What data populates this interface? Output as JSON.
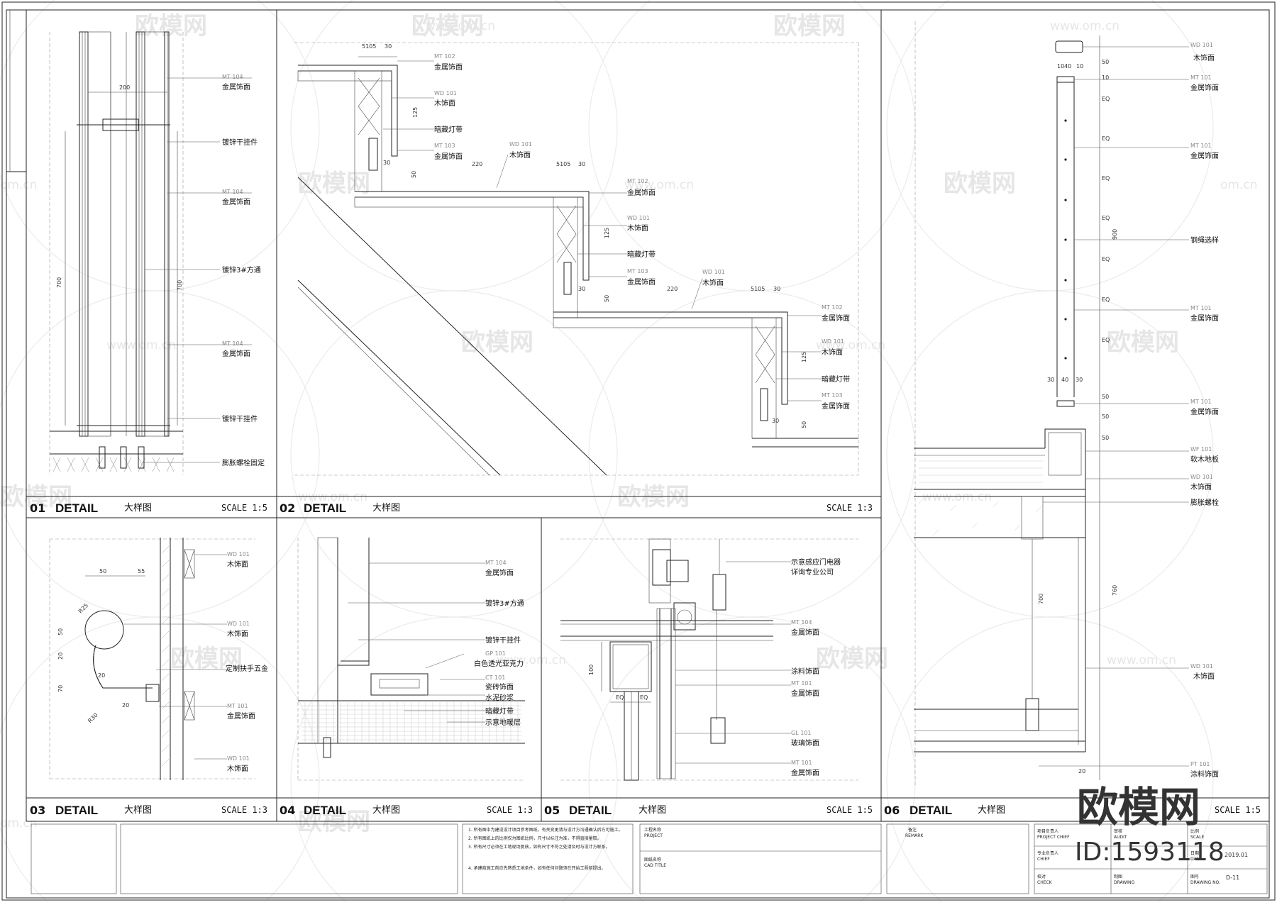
{
  "watermark": {
    "text": "欧模网",
    "url": "www.om.cn",
    "url_short": "om.cn"
  },
  "brand": {
    "logo": "欧模网",
    "id": "ID:1593118"
  },
  "panels": [
    {
      "num": "01",
      "title": "DETAIL",
      "subtitle": "大样图",
      "scale": "SCALE 1:5",
      "labels": [
        {
          "code": "MT 104",
          "text": "金属饰面"
        },
        {
          "code": "",
          "text": "镀锌干挂件"
        },
        {
          "code": "MT 104",
          "text": "金属饰面"
        },
        {
          "code": "",
          "text": "镀锌3#方通"
        },
        {
          "code": "MT 104",
          "text": "金属饰面"
        },
        {
          "code": "",
          "text": "镀锌干挂件"
        },
        {
          "code": "",
          "text": "膨胀螺栓固定"
        }
      ],
      "dims": [
        "200",
        "700",
        "700"
      ]
    },
    {
      "num": "02",
      "title": "DETAIL",
      "subtitle": "大样图",
      "scale": "SCALE 1:3",
      "labels": [
        {
          "code": "MT 102",
          "text": "金属饰面"
        },
        {
          "code": "WD 101",
          "text": "木饰面"
        },
        {
          "code": "",
          "text": "暗藏灯带"
        },
        {
          "code": "MT 103",
          "text": "金属饰面"
        },
        {
          "code": "WD 101",
          "text": "木饰面"
        },
        {
          "code": "MT 102",
          "text": "金属饰面"
        },
        {
          "code": "WD 101",
          "text": "木饰面"
        },
        {
          "code": "",
          "text": "暗藏灯带"
        },
        {
          "code": "MT 103",
          "text": "金属饰面"
        },
        {
          "code": "WD 101",
          "text": "木饰面"
        },
        {
          "code": "MT 102",
          "text": "金属饰面"
        },
        {
          "code": "WD 101",
          "text": "木饰面"
        },
        {
          "code": "",
          "text": "暗藏灯带"
        },
        {
          "code": "MT 103",
          "text": "金属饰面"
        }
      ],
      "dims": [
        "5105",
        "30",
        "125",
        "30",
        "50",
        "220",
        "5105",
        "30",
        "125",
        "30",
        "50",
        "220",
        "5105",
        "30",
        "125",
        "30",
        "50"
      ]
    },
    {
      "num": "03",
      "title": "DETAIL",
      "subtitle": "大样图",
      "scale": "SCALE 1:3",
      "labels": [
        {
          "code": "WD 101",
          "text": "木饰面"
        },
        {
          "code": "WD 101",
          "text": "木饰面"
        },
        {
          "code": "",
          "text": "定制扶手五金"
        },
        {
          "code": "MT 101",
          "text": "金属饰面"
        },
        {
          "code": "WD 101",
          "text": "木饰面"
        }
      ],
      "dims": [
        "50",
        "55",
        "R25",
        "50",
        "20",
        "20",
        "70",
        "20",
        "R30"
      ]
    },
    {
      "num": "04",
      "title": "DETAIL",
      "subtitle": "大样图",
      "scale": "SCALE 1:3",
      "labels": [
        {
          "code": "MT 104",
          "text": "金属饰面"
        },
        {
          "code": "",
          "text": "镀锌3#方通"
        },
        {
          "code": "",
          "text": "镀锌干挂件"
        },
        {
          "code": "GP 101",
          "text": "白色透光亚克力"
        },
        {
          "code": "CT 101",
          "text": "瓷砖饰面"
        },
        {
          "code": "",
          "text": "水泥砂浆"
        },
        {
          "code": "",
          "text": "暗藏灯带"
        },
        {
          "code": "",
          "text": "示意地暖层"
        }
      ],
      "dims": []
    },
    {
      "num": "05",
      "title": "DETAIL",
      "subtitle": "大样图",
      "scale": "SCALE 1:5",
      "labels": [
        {
          "code": "",
          "text": "示意感应门电器"
        },
        {
          "code": "",
          "text": "详询专业公司"
        },
        {
          "code": "MT 104",
          "text": "金属饰面"
        },
        {
          "code": "",
          "text": "涂料饰面"
        },
        {
          "code": "MT 101",
          "text": "金属饰面"
        },
        {
          "code": "GL 101",
          "text": "玻璃饰面"
        },
        {
          "code": "MT 101",
          "text": "金属饰面"
        }
      ],
      "dims": [
        "100",
        "EQ",
        "EQ"
      ]
    },
    {
      "num": "06",
      "title": "DETAIL",
      "subtitle": "大样图",
      "scale": "SCALE 1:5",
      "labels": [
        {
          "code": "WD 101",
          "text": "木饰面"
        },
        {
          "code": "MT 101",
          "text": "金属饰面"
        },
        {
          "code": "MT 101",
          "text": "金属饰面"
        },
        {
          "code": "",
          "text": "钢绳选样"
        },
        {
          "code": "MT 101",
          "text": "金属饰面"
        },
        {
          "code": "MT 101",
          "text": "金属饰面"
        },
        {
          "code": "WF 101",
          "text": "软木地板"
        },
        {
          "code": "WD 101",
          "text": "木饰面"
        },
        {
          "code": "",
          "text": "膨胀螺栓"
        },
        {
          "code": "WD 101",
          "text": "木饰面"
        },
        {
          "code": "PT 101",
          "text": "涂料饰面"
        }
      ],
      "dims": [
        "10",
        "40",
        "10",
        "50",
        "10",
        "EQ",
        "EQ",
        "EQ",
        "EQ",
        "900",
        "EQ",
        "EQ",
        "EQ",
        "30",
        "40",
        "30",
        "50",
        "50",
        "50",
        "700",
        "760",
        "20"
      ]
    }
  ],
  "title_block": {
    "notes": [
      "1. 所有图中为建设设计项目参考图纸，有关变更请与设计方沟通确认后方可施工。",
      "2. 所有图纸上的比例仅为图纸比例，尺寸以标注为准，不得直接量取。",
      "3. 所有尺寸必须在工地现场复核，如有尺寸不符之处请及时与设计方联系。",
      "4. 承建商施工前应先熟悉工地条件，如有任何问题须在开始工程前提出。"
    ],
    "project_label": "工程名称",
    "project_label_en": "PROJECT",
    "cad_label": "图纸名称",
    "cad_label_en": "CAD TITLE",
    "remark_label": "备注",
    "remark_label_en": "REMARK",
    "fields": [
      {
        "cn": "项目负责人",
        "en": "PROJECT CHIEF"
      },
      {
        "cn": "审核",
        "en": "AUDIT"
      },
      {
        "cn": "比例",
        "en": "SCALE"
      },
      {
        "cn": "专业负责人",
        "en": "CHIEF"
      },
      {
        "cn": "日期",
        "en": "DATE"
      },
      {
        "cn": "校对",
        "en": "CHECK"
      },
      {
        "cn": "制图",
        "en": "DRAWING"
      },
      {
        "cn": "图号",
        "en": "DRAWING NO."
      }
    ],
    "date": "2019.01",
    "sheet_no": "D-11"
  }
}
